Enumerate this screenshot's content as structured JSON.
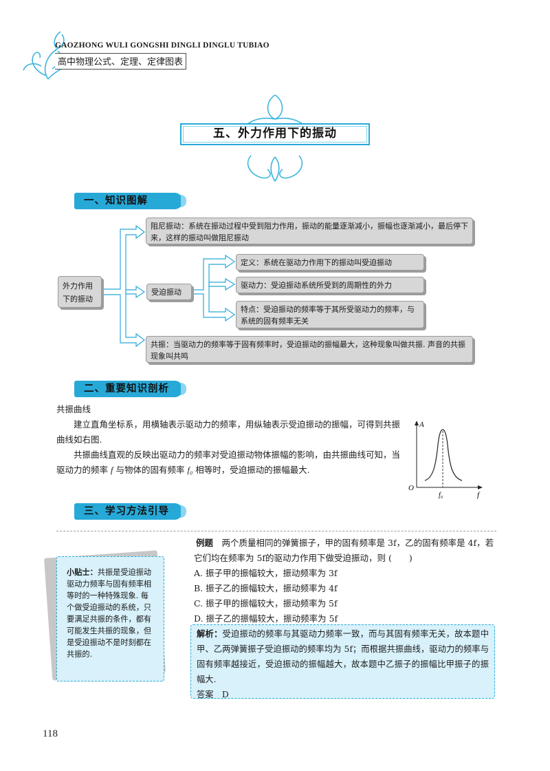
{
  "header": {
    "en": "GAOZHONG WULI GONGSHI DINGLI DINGLU TUBIAO",
    "cn": "高中物理公式、定理、定律图表"
  },
  "section_title": "五、外力作用下的振动",
  "banners": {
    "b1": "一、知识图解",
    "b2": "二、重要知识剖析",
    "b3": "三、学习方法引导"
  },
  "diagram": {
    "root": "外力作用下的振动",
    "damped": "阻尼振动：系统在振动过程中受到阻力作用，振动的能量逐渐减小，振幅也逐渐减小，最后停下来，这样的振动叫做阻尼振动",
    "forced": "受迫振动",
    "def": "定义：系统在驱动力作用下的振动叫受迫振动",
    "drive": "驱动力：受迫振动系统所受到的周期性的外力",
    "feature": "特点：受迫振动的频率等于其所受驱动力的频率，与系统的固有频率无关",
    "resonance": "共振：当驱动力的频率等于固有频率时，受迫振动的振幅最大，这种现象叫做共振. 声音的共振现象叫共鸣"
  },
  "analysis": {
    "heading": "共振曲线",
    "p1": "建立直角坐标系，用横轴表示驱动力的频率，用纵轴表示受迫振动的振幅，可得到共振曲线如右图.",
    "p2a": "共振曲线直观的反映出驱动力的频率对受迫振动物体振幅的影响，由共振曲线可知，当驱动力的频率",
    "p2f": "f",
    "p2b": "与物体的固有频率",
    "p2f0": "f₀",
    "p2c": "相等时，受迫振动的振幅最大."
  },
  "graph": {
    "A": "A",
    "O": "O",
    "f": "f",
    "f0": "f₀"
  },
  "tip": {
    "label": "小贴士：",
    "text": "共振是受迫振动驱动力频率与固有频率相等时的一种特殊现象. 每个做受迫振动的系统，只要满足共振的条件，都有可能发生共振的现象，但是受迫振动不是时刻都在共振的."
  },
  "example": {
    "label": "例题",
    "stem": "两个质量相同的弹簧振子，甲的固有频率是 3f，乙的固有频率是 4f，若它们均在频率为 5f的驱动力作用下做受迫振动，则 (　　)",
    "options": [
      "A. 振子甲的振幅较大，振动频率为 3f",
      "B. 振子乙的振幅较大，振动频率为 4f",
      "C. 振子甲的振幅较大，振动频率为 5f",
      "D. 振子乙的振幅较大，振动频率为 5f"
    ]
  },
  "answer": {
    "label": "解析：",
    "text": "受迫振动的频率与其驱动力频率一致，而与其固有频率无关，故本题中甲、乙两弹簧振子受迫振动的频率均为 5f；而根据共振曲线，驱动力的频率与固有频率越接近，受迫振动的振幅越大，故本题中乙振子的振幅比甲振子的振幅大.",
    "final": "答案　D"
  },
  "page_number": "118",
  "colors": {
    "accent": "#27a9d8",
    "box": "#d7d7d7",
    "tip_bg": "#d8f1fa"
  }
}
